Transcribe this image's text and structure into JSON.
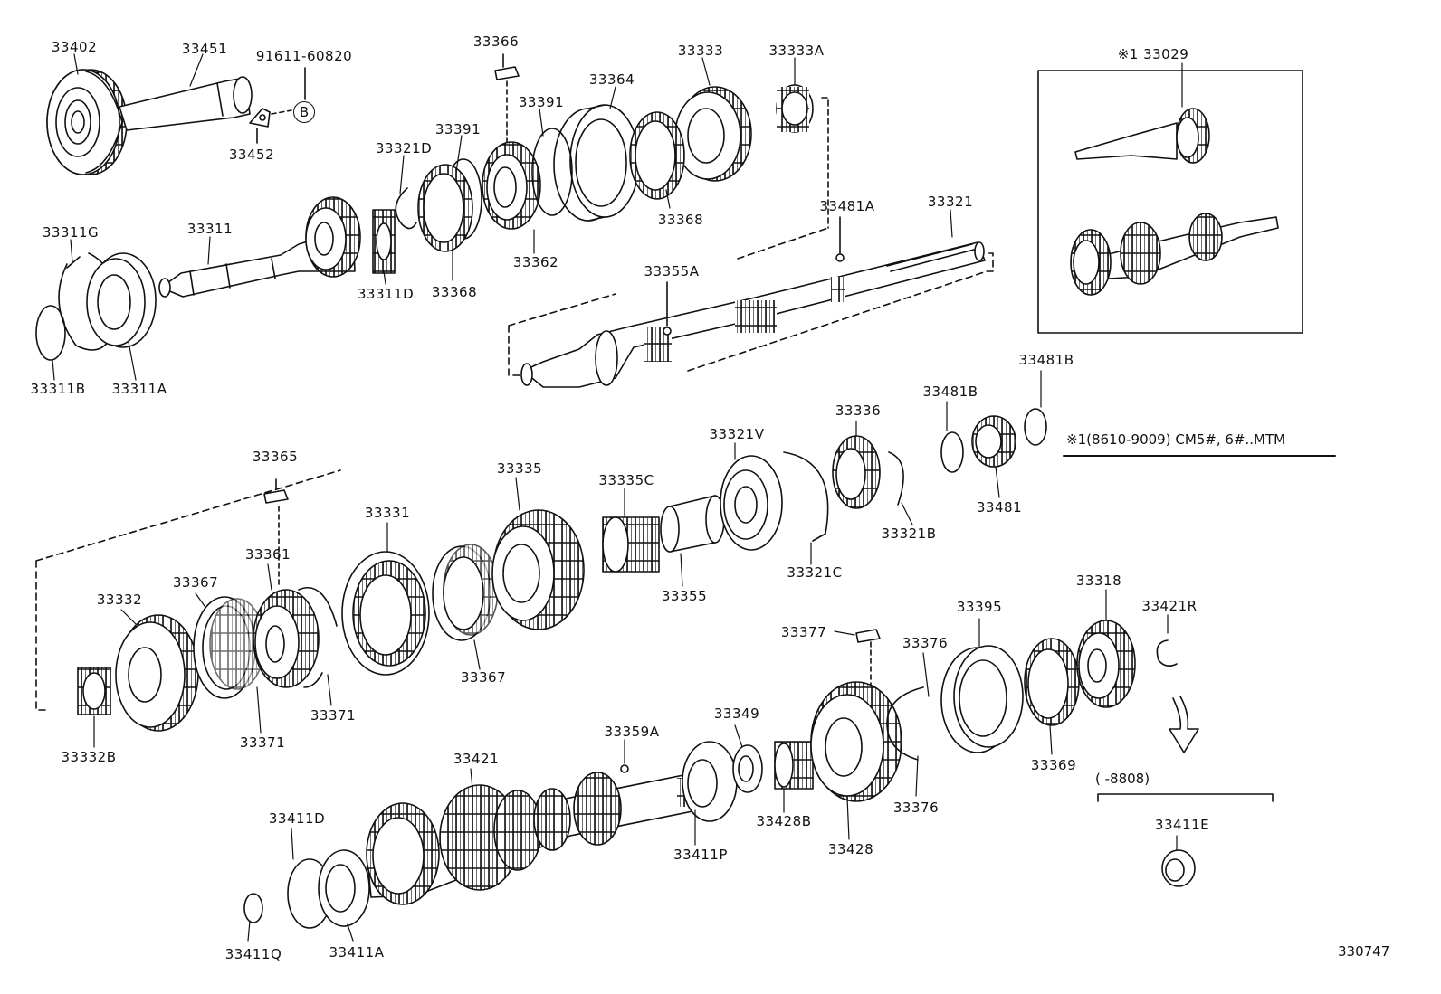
{
  "diagram": {
    "figure_code": "330747",
    "note": "※1(8610-9009) CM5#, 6#..MTM",
    "inset_title": "※1 33029",
    "range_note": "(        -8808)",
    "circle_ref": "B",
    "part_labels": {
      "p33402": "33402",
      "p33451": "33451",
      "p91611": "91611-60820",
      "p33452": "33452",
      "p33366": "33366",
      "p33333": "33333",
      "p33333A": "33333A",
      "p33364": "33364",
      "p33391a": "33391",
      "p33391b": "33391",
      "p33321D": "33321D",
      "p33311G": "33311G",
      "p33311": "33311",
      "p33368a": "33368",
      "p33368b": "33368",
      "p33362": "33362",
      "p33311D": "33311D",
      "p33481A": "33481A",
      "p33321": "33321",
      "p33355A": "33355A",
      "p33311B": "33311B",
      "p33311A": "33311A",
      "p33481Ba": "33481B",
      "p33481Bb": "33481B",
      "p33481": "33481",
      "p33336": "33336",
      "p33321V": "33321V",
      "p33321B": "33321B",
      "p33365": "33365",
      "p33335": "33335",
      "p33335C": "33335C",
      "p33331": "33331",
      "p33361": "33361",
      "p33367a": "33367",
      "p33332": "33332",
      "p33355": "33355",
      "p33321C": "33321C",
      "p33318": "33318",
      "p33421R": "33421R",
      "p33395": "33395",
      "p33377": "33377",
      "p33376a": "33376",
      "p33367b": "33367",
      "p33371a": "33371",
      "p33371b": "33371",
      "p33332B": "33332B",
      "p33359A": "33359A",
      "p33349": "33349",
      "p33369": "33369",
      "p33421": "33421",
      "p33411D": "33411D",
      "p33411P": "33411P",
      "p33428B": "33428B",
      "p33428": "33428",
      "p33376b": "33376",
      "p33411E": "33411E",
      "p33411Q": "33411Q",
      "p33411A": "33411A"
    }
  }
}
